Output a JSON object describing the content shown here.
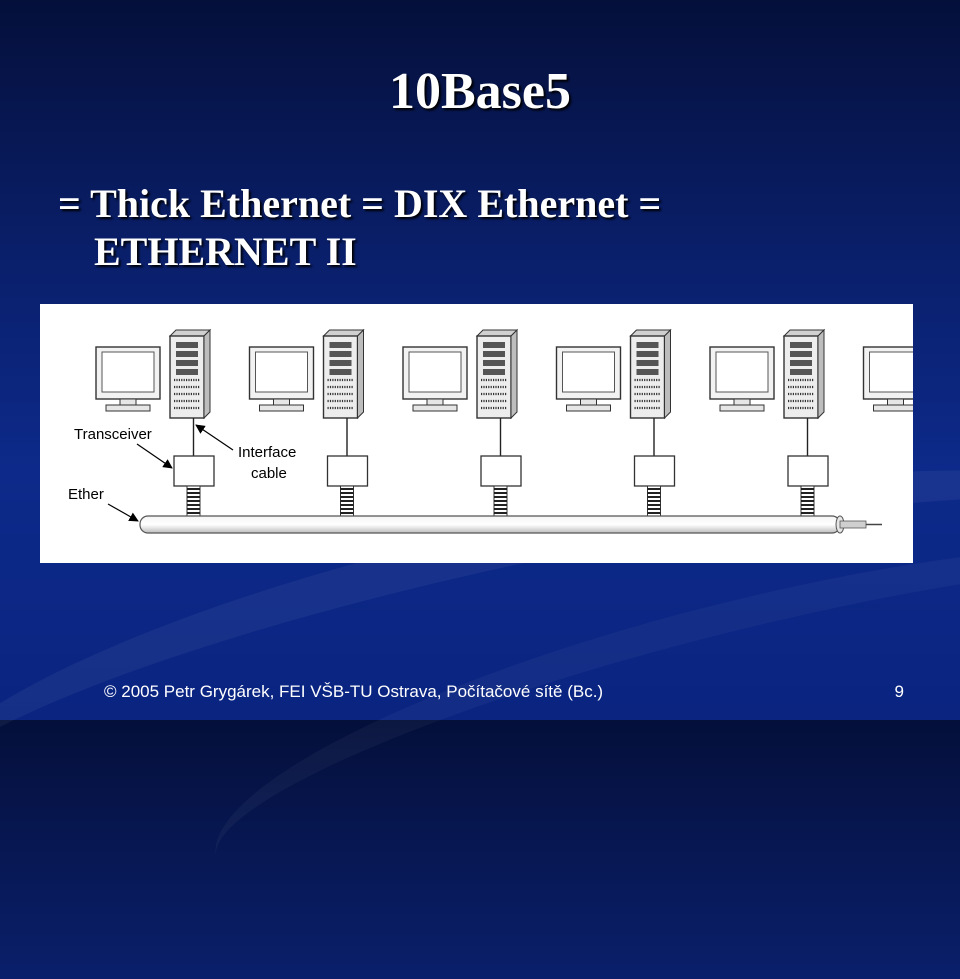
{
  "slide": {
    "title": "10Base5",
    "bullet_line1": "= Thick Ethernet = DIX Ethernet =",
    "bullet_line2": "ETHERNET II",
    "footer": "© 2005 Petr Grygárek, FEI VŠB-TU Ostrava, Počítačové sítě (Bc.)",
    "page_number": "9"
  },
  "diagram": {
    "labels": {
      "transceiver": "Transceiver",
      "interface_line1": "Interface",
      "interface_line2": "cable",
      "ether": "Ether"
    },
    "stations": 6
  }
}
